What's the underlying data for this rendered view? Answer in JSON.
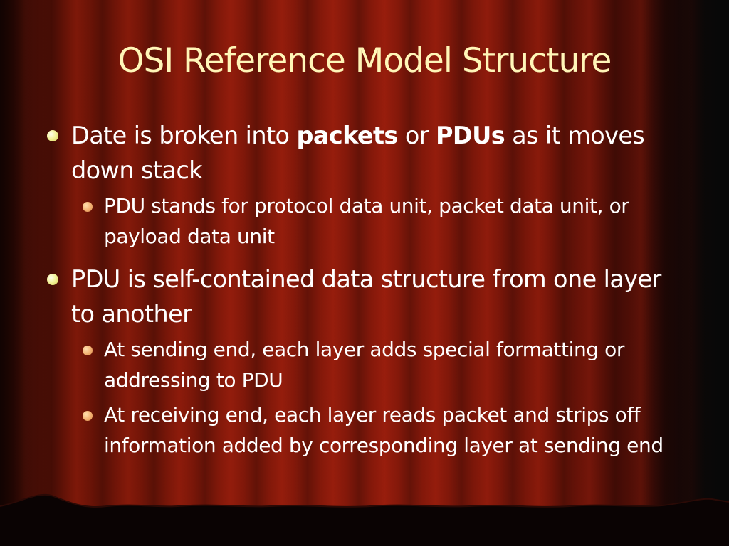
{
  "slide": {
    "title": "OSI Reference Model Structure",
    "bullets": [
      {
        "text_pre": "Date is broken into ",
        "bold_1": "packets",
        "text_mid": " or ",
        "bold_2": "PDUs",
        "text_post": " as it moves down stack",
        "sub": [
          "PDU stands for protocol data unit, packet data unit, or payload data unit"
        ]
      },
      {
        "text": "PDU is self-contained data structure from one layer to another",
        "sub": [
          "At sending end, each layer adds special formatting or addressing to PDU",
          "At receiving end, each layer reads packet and strips off information added by corresponding layer at sending end"
        ]
      }
    ]
  },
  "theme": {
    "title_color": "#fff6b8",
    "text_color": "#ffffff",
    "bullet_l1_color": "#f4f39a",
    "bullet_l2_color": "#f2b071",
    "curtain_color": "#8d1a0b"
  }
}
